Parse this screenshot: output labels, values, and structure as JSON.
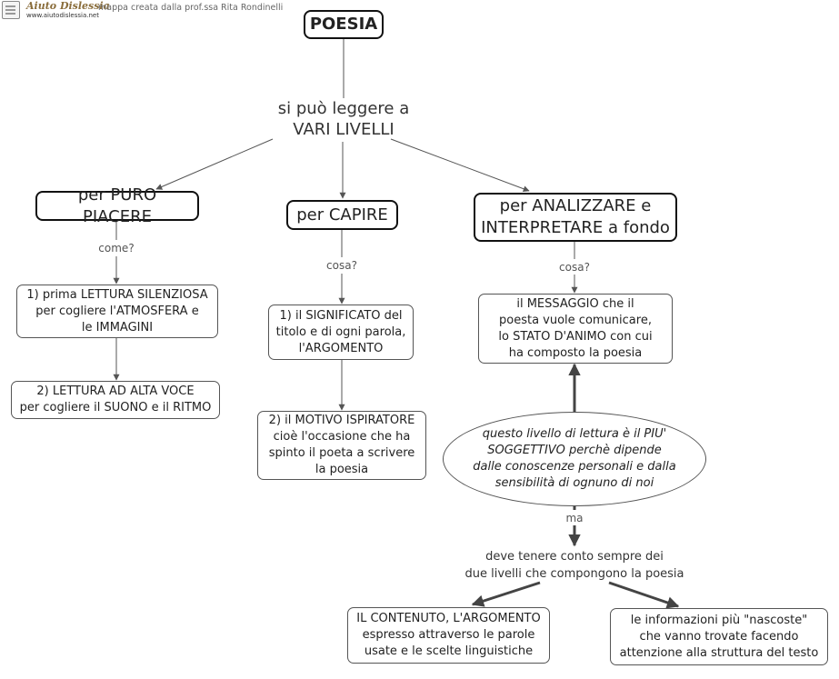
{
  "header": {
    "logo_name": "Aiuto Dislessia",
    "logo_url": "www.aiutodislessia.net",
    "credit": "mappa creata dalla prof.ssa Rita Rondinelli"
  },
  "nodes": {
    "poesia": "POESIA",
    "vari_livelli": "si può leggere a\nVARI LIVELLI",
    "puro_piacere": "per PURO PIACERE",
    "capire": "per CAPIRE",
    "analizzare": "per ANALIZZARE e\nINTERPRETARE a fondo",
    "lettura_silenziosa": "1) prima LETTURA SILENZIOSA\nper cogliere l'ATMOSFERA e\nle IMMAGINI",
    "lettura_alta_voce": "2) LETTURA AD ALTA VOCE\nper cogliere il SUONO e il RITMO",
    "significato": "1) il SIGNIFICATO del\ntitolo e di ogni parola,\nl'ARGOMENTO",
    "motivo": "2) il MOTIVO ISPIRATORE\ncioè l'occasione che ha\nspinto il poeta a scrivere\nla poesia",
    "messaggio": "il MESSAGGIO che il\npoesta vuole comunicare,\nlo STATO D'ANIMO con cui\nha composto la poesia",
    "soggettivo": "questo livello di lettura è il PIU'\nSOGGETTIVO perchè dipende\ndalle conoscenze personali e dalla\nsensibilità di ognuno di noi",
    "tenere_conto": "deve tenere conto sempre dei\ndue livelli che compongono la poesia",
    "contenuto": "IL CONTENUTO, L'ARGOMENTO\nespresso attraverso le parole\nusate e le scelte linguistiche",
    "informazioni": "le informazioni più \"nascoste\"\nche vanno trovate facendo\nattenzione alla struttura del testo"
  },
  "links": {
    "come": "come?",
    "cosa_1": "cosa?",
    "cosa_2": "cosa?",
    "ma": "ma"
  },
  "colors": {
    "line": "#555555",
    "heavy_line": "#444444",
    "border_bold": "#111111"
  }
}
